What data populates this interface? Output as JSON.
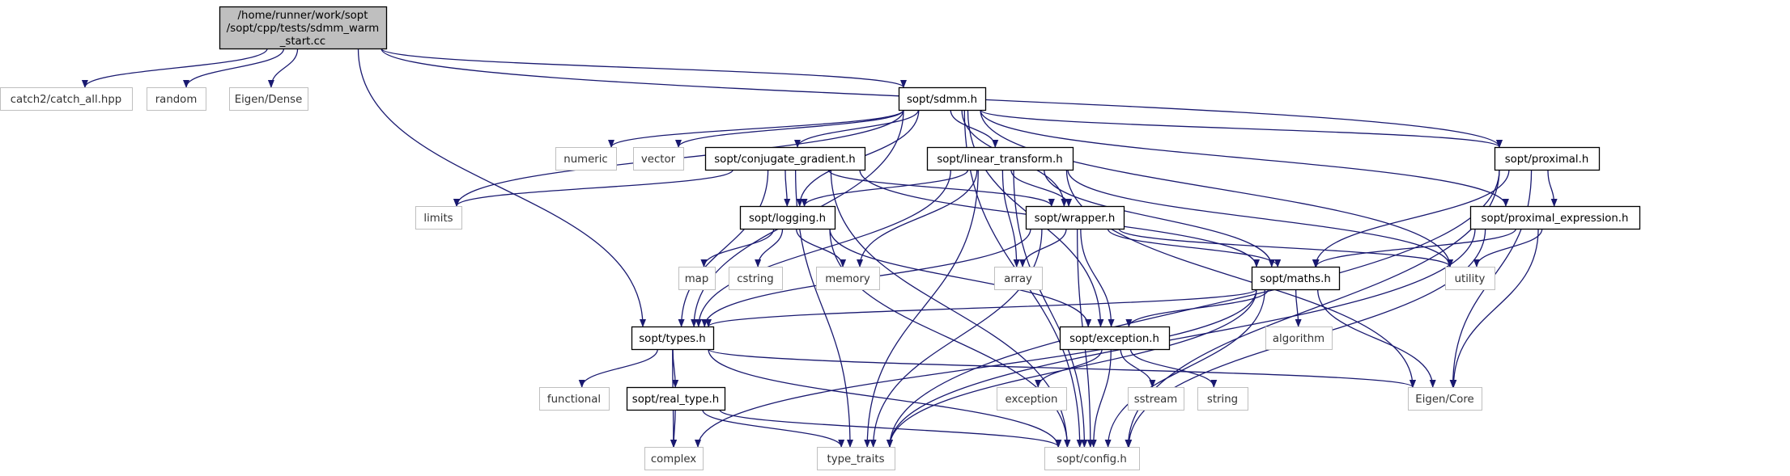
{
  "graph": {
    "edge_color": "#191970",
    "root_fill": "#bfbfbf",
    "local_border": "#000000",
    "system_border": "#bfbfbf",
    "nodes": [
      {
        "id": "root",
        "lines": [
          "/home/runner/work/sopt",
          "/sopt/cpp/tests/sdmm_warm",
          "_start.cc"
        ],
        "kind": "root"
      },
      {
        "id": "catch2",
        "lines": [
          "catch2/catch_all.hpp"
        ],
        "kind": "system"
      },
      {
        "id": "random",
        "lines": [
          "random"
        ],
        "kind": "system"
      },
      {
        "id": "eigen_dense",
        "lines": [
          "Eigen/Dense"
        ],
        "kind": "system"
      },
      {
        "id": "sdmm",
        "lines": [
          "sopt/sdmm.h"
        ],
        "kind": "local"
      },
      {
        "id": "numeric",
        "lines": [
          "numeric"
        ],
        "kind": "system"
      },
      {
        "id": "vector",
        "lines": [
          "vector"
        ],
        "kind": "system"
      },
      {
        "id": "conjgrad",
        "lines": [
          "sopt/conjugate_gradient.h"
        ],
        "kind": "local"
      },
      {
        "id": "lintrans",
        "lines": [
          "sopt/linear_transform.h"
        ],
        "kind": "local"
      },
      {
        "id": "proximal",
        "lines": [
          "sopt/proximal.h"
        ],
        "kind": "local"
      },
      {
        "id": "limits",
        "lines": [
          "limits"
        ],
        "kind": "system"
      },
      {
        "id": "logging",
        "lines": [
          "sopt/logging.h"
        ],
        "kind": "local"
      },
      {
        "id": "wrapper",
        "lines": [
          "sopt/wrapper.h"
        ],
        "kind": "local"
      },
      {
        "id": "proxexpr",
        "lines": [
          "sopt/proximal_expression.h"
        ],
        "kind": "local"
      },
      {
        "id": "map",
        "lines": [
          "map"
        ],
        "kind": "system"
      },
      {
        "id": "cstring",
        "lines": [
          "cstring"
        ],
        "kind": "system"
      },
      {
        "id": "memory",
        "lines": [
          "memory"
        ],
        "kind": "system"
      },
      {
        "id": "array",
        "lines": [
          "array"
        ],
        "kind": "system"
      },
      {
        "id": "utility",
        "lines": [
          "utility"
        ],
        "kind": "system"
      },
      {
        "id": "maths",
        "lines": [
          "sopt/maths.h"
        ],
        "kind": "local"
      },
      {
        "id": "types",
        "lines": [
          "sopt/types.h"
        ],
        "kind": "local"
      },
      {
        "id": "exception",
        "lines": [
          "sopt/exception.h"
        ],
        "kind": "local"
      },
      {
        "id": "algorithm",
        "lines": [
          "algorithm"
        ],
        "kind": "system"
      },
      {
        "id": "functional",
        "lines": [
          "functional"
        ],
        "kind": "system"
      },
      {
        "id": "realtype",
        "lines": [
          "sopt/real_type.h"
        ],
        "kind": "local"
      },
      {
        "id": "exceptionstd",
        "lines": [
          "exception"
        ],
        "kind": "system"
      },
      {
        "id": "sstream",
        "lines": [
          "sstream"
        ],
        "kind": "system"
      },
      {
        "id": "string",
        "lines": [
          "string"
        ],
        "kind": "system"
      },
      {
        "id": "eigencore",
        "lines": [
          "Eigen/Core"
        ],
        "kind": "system"
      },
      {
        "id": "complex",
        "lines": [
          "complex"
        ],
        "kind": "system"
      },
      {
        "id": "typetraits",
        "lines": [
          "type_traits"
        ],
        "kind": "system"
      },
      {
        "id": "config",
        "lines": [
          "sopt/config.h"
        ],
        "kind": "system"
      }
    ],
    "edges": [
      [
        "root",
        "catch2"
      ],
      [
        "root",
        "random"
      ],
      [
        "root",
        "eigen_dense"
      ],
      [
        "root",
        "sdmm"
      ],
      [
        "root",
        "types"
      ],
      [
        "root",
        "proximal"
      ],
      [
        "sdmm",
        "numeric"
      ],
      [
        "sdmm",
        "vector"
      ],
      [
        "sdmm",
        "conjgrad"
      ],
      [
        "sdmm",
        "lintrans"
      ],
      [
        "sdmm",
        "proximal"
      ],
      [
        "sdmm",
        "limits"
      ],
      [
        "sdmm",
        "logging"
      ],
      [
        "sdmm",
        "wrapper"
      ],
      [
        "sdmm",
        "proxexpr"
      ],
      [
        "sdmm",
        "utility"
      ],
      [
        "sdmm",
        "exception"
      ],
      [
        "sdmm",
        "types"
      ],
      [
        "sdmm",
        "config"
      ],
      [
        "conjgrad",
        "limits"
      ],
      [
        "conjgrad",
        "logging"
      ],
      [
        "conjgrad",
        "wrapper"
      ],
      [
        "conjgrad",
        "maths"
      ],
      [
        "conjgrad",
        "types"
      ],
      [
        "conjgrad",
        "typetraits"
      ],
      [
        "conjgrad",
        "config"
      ],
      [
        "lintrans",
        "logging"
      ],
      [
        "lintrans",
        "wrapper"
      ],
      [
        "lintrans",
        "memory"
      ],
      [
        "lintrans",
        "array"
      ],
      [
        "lintrans",
        "maths"
      ],
      [
        "lintrans",
        "utility"
      ],
      [
        "lintrans",
        "types"
      ],
      [
        "lintrans",
        "typetraits"
      ],
      [
        "lintrans",
        "eigencore"
      ],
      [
        "lintrans",
        "config"
      ],
      [
        "proximal",
        "proxexpr"
      ],
      [
        "proximal",
        "maths"
      ],
      [
        "proximal",
        "eigencore"
      ],
      [
        "proximal",
        "typetraits"
      ],
      [
        "proximal",
        "config"
      ],
      [
        "logging",
        "map"
      ],
      [
        "logging",
        "cstring"
      ],
      [
        "logging",
        "memory"
      ],
      [
        "logging",
        "exception"
      ],
      [
        "logging",
        "config"
      ],
      [
        "wrapper",
        "array"
      ],
      [
        "wrapper",
        "utility"
      ],
      [
        "wrapper",
        "maths"
      ],
      [
        "wrapper",
        "exception"
      ],
      [
        "wrapper",
        "types"
      ],
      [
        "wrapper",
        "typetraits"
      ],
      [
        "wrapper",
        "config"
      ],
      [
        "proxexpr",
        "utility"
      ],
      [
        "proxexpr",
        "maths"
      ],
      [
        "proxexpr",
        "eigencore"
      ],
      [
        "proxexpr",
        "typetraits"
      ],
      [
        "proxexpr",
        "config"
      ],
      [
        "maths",
        "types"
      ],
      [
        "maths",
        "exception"
      ],
      [
        "maths",
        "algorithm"
      ],
      [
        "maths",
        "eigencore"
      ],
      [
        "maths",
        "complex"
      ],
      [
        "maths",
        "typetraits"
      ],
      [
        "maths",
        "config"
      ],
      [
        "types",
        "functional"
      ],
      [
        "types",
        "realtype"
      ],
      [
        "types",
        "eigencore"
      ],
      [
        "types",
        "complex"
      ],
      [
        "types",
        "config"
      ],
      [
        "exception",
        "exceptionstd"
      ],
      [
        "exception",
        "sstream"
      ],
      [
        "exception",
        "string"
      ],
      [
        "exception",
        "config"
      ],
      [
        "realtype",
        "complex"
      ],
      [
        "realtype",
        "typetraits"
      ],
      [
        "realtype",
        "config"
      ]
    ]
  }
}
